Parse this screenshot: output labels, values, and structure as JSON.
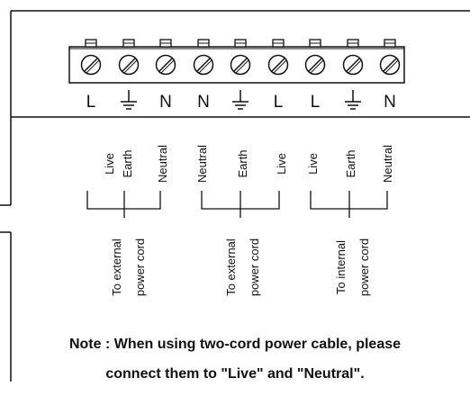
{
  "terminal_block": {
    "terminals": [
      {
        "id": "t1",
        "symbol": "L"
      },
      {
        "id": "t2",
        "symbol": "earth"
      },
      {
        "id": "t3",
        "symbol": "N"
      },
      {
        "id": "t4",
        "symbol": "N"
      },
      {
        "id": "t5",
        "symbol": "earth"
      },
      {
        "id": "t6",
        "symbol": "L"
      },
      {
        "id": "t7",
        "symbol": "L"
      },
      {
        "id": "t8",
        "symbol": "earth"
      },
      {
        "id": "t9",
        "symbol": "N"
      }
    ]
  },
  "groups": [
    {
      "wires": [
        "Live",
        "Earth",
        "Neutral"
      ],
      "cord_line1": "To external",
      "cord_line2": "power cord"
    },
    {
      "wires": [
        "Neutral",
        "Earth",
        "Live"
      ],
      "cord_line1": "To external",
      "cord_line2": "power cord"
    },
    {
      "wires": [
        "Live",
        "Earth",
        "Neutral"
      ],
      "cord_line1": "To internal",
      "cord_line2": "power cord"
    }
  ],
  "note": {
    "line1": "Note : When using two-cord power cable, please",
    "line2": "connect them to \"Live\" and \"Neutral\"."
  }
}
